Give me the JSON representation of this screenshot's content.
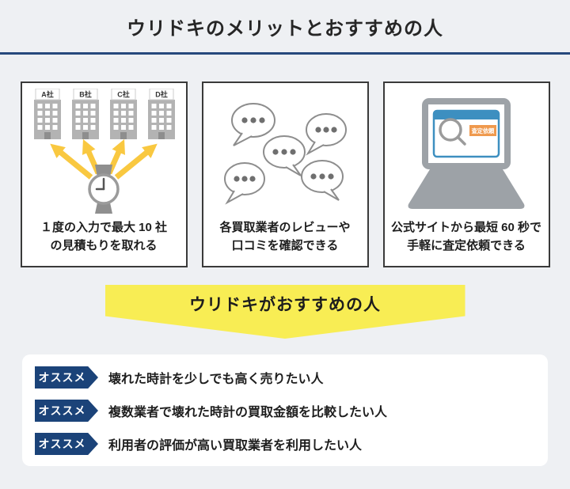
{
  "page": {
    "title": "ウリドキのメリットとおすすめの人"
  },
  "colors": {
    "divider_navy": "#27497c",
    "banner_yellow": "#f8ed54",
    "badge_navy": "#1b4379",
    "button_orange": "#ef994d",
    "browser_blue": "#3d8fc0",
    "arrow_yellow": "#f9c840"
  },
  "cards": [
    {
      "icon": "watch-to-companies-icon",
      "building_labels": [
        "A社",
        "B社",
        "C社",
        "D社"
      ],
      "caption_line1": "１度の入力で最大 10 社",
      "caption_line2": "の見積もりを取れる"
    },
    {
      "icon": "speech-bubbles-icon",
      "caption_line1": "各買取業者のレビューや",
      "caption_line2": "口コミを確認できる"
    },
    {
      "icon": "laptop-search-icon",
      "button_label": "査定依頼",
      "caption_line1": "公式サイトから最短 60 秒で",
      "caption_line2": "手軽に査定依頼できる"
    }
  ],
  "banner": {
    "label": "ウリドキがおすすめの人"
  },
  "recommendations": {
    "badge_label": "オススメ",
    "items": [
      "壊れた時計を少しでも高く売りたい人",
      "複数業者で壊れた時計の買取金額を比較したい人",
      "利用者の評価が高い買取業者を利用したい人"
    ]
  }
}
